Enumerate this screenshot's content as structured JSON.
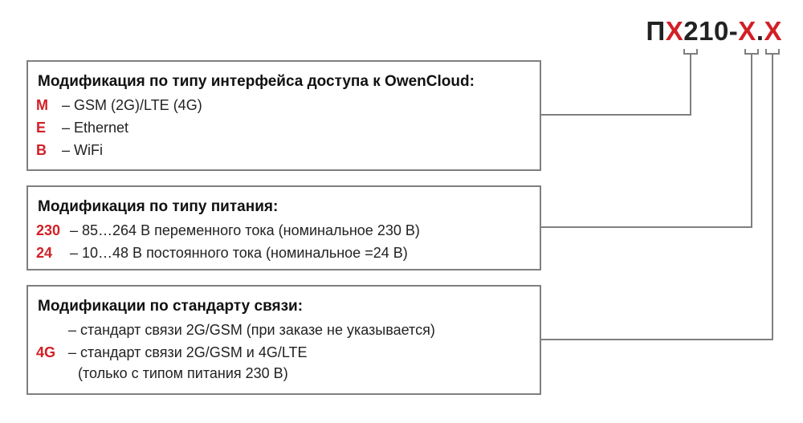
{
  "code": {
    "prefix": "П",
    "x1": "Х",
    "middle": "210-",
    "x2": "Х",
    "dot": ".",
    "x3": "Х"
  },
  "box1": {
    "title": "Модификация по типу интерфейса доступа к OwenCloud:",
    "items": [
      {
        "key": "М",
        "text": "– GSM (2G)/LTE (4G)"
      },
      {
        "key": "Е",
        "text": "– Ethernet"
      },
      {
        "key": "В",
        "text": "– WiFi"
      }
    ]
  },
  "box2": {
    "title": "Модификация по типу питания:",
    "items": [
      {
        "key": "230",
        "text": "– 85…264 В переменного тока (номинальное 230 В)"
      },
      {
        "key": "24",
        "text": "– 10…48 В постоянного тока (номинальное =24 В)"
      }
    ]
  },
  "box3": {
    "title": "Модификации по стандарту связи:",
    "items": [
      {
        "key": "",
        "text": "– стандарт связи 2G/GSM (при заказе не указывается)"
      },
      {
        "key": "4G",
        "text": "– стандарт связи 2G/GSM и 4G/LTE"
      },
      {
        "key": "",
        "text": "(только с типом питания 230 В)"
      }
    ]
  },
  "colors": {
    "accent": "#d31f26",
    "border": "#7f7f7f",
    "text": "#222222"
  }
}
